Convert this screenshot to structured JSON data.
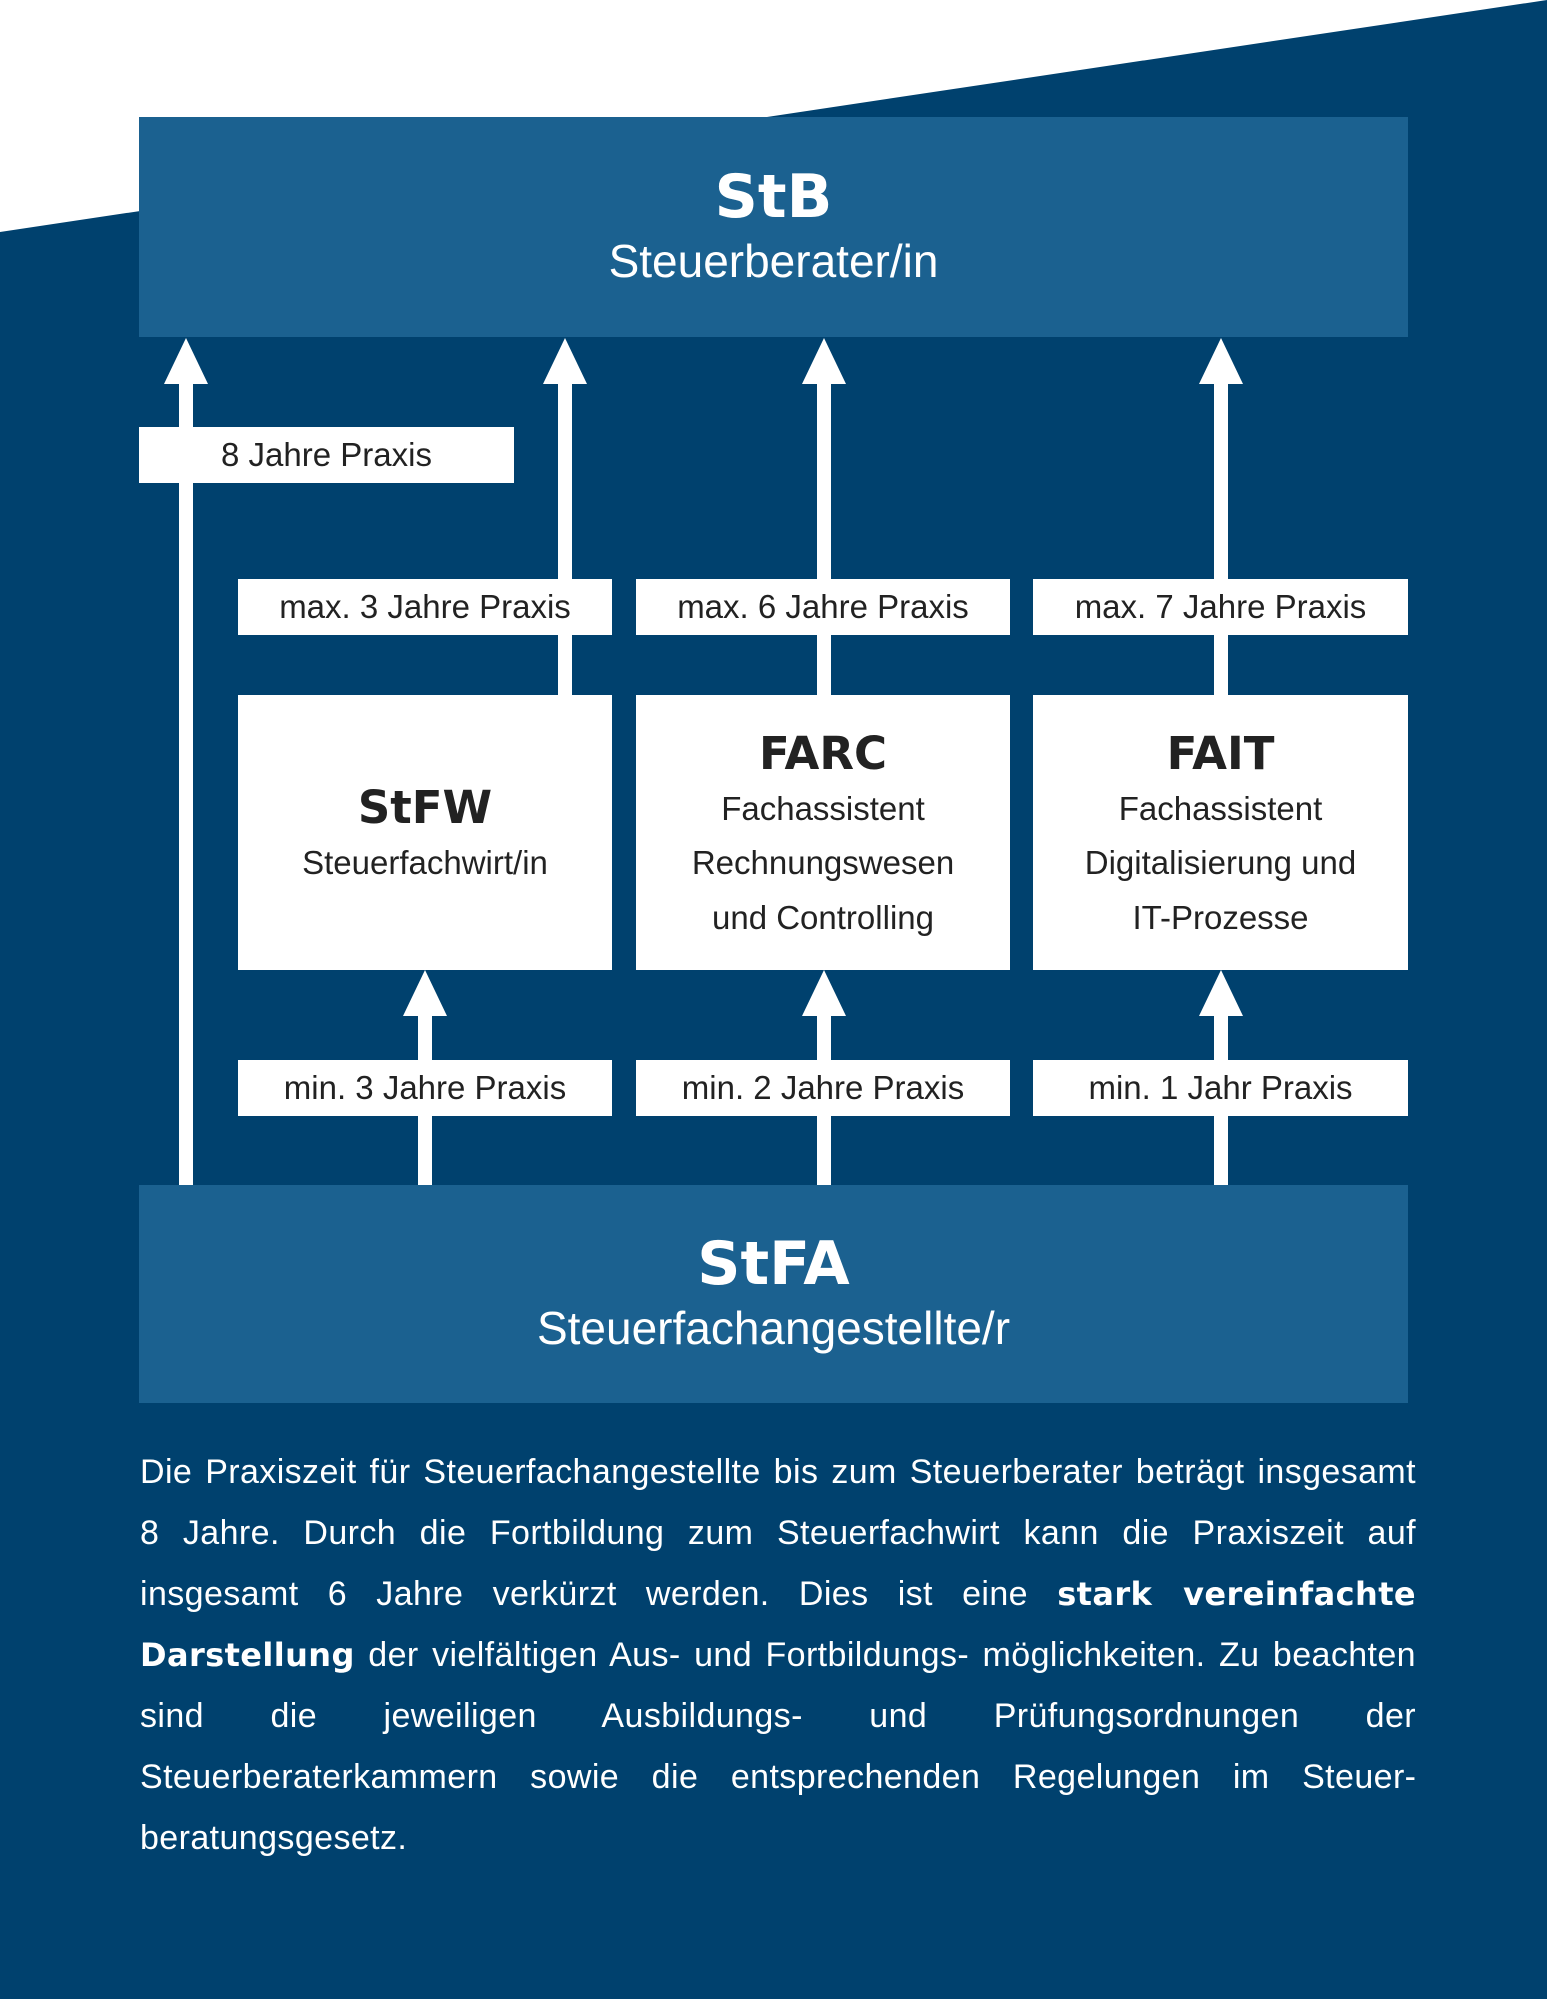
{
  "colors": {
    "background_dark": "#00416e",
    "box_blue": "#1b6190",
    "arrow": "#ffffff",
    "text_dark": "#222222",
    "text_light": "#ffffff"
  },
  "top_box": {
    "abbr": "StB",
    "full": "Steuerberater/in"
  },
  "bottom_box": {
    "abbr": "StFA",
    "full": "Steuerfachangestellte/r"
  },
  "direct_path": {
    "label": "8 Jahre Praxis"
  },
  "qualifications": [
    {
      "abbr": "StFW",
      "desc": "Steuerfachwirt/in",
      "label_min": "min. 3 Jahre Praxis",
      "label_max": "max. 3 Jahre Praxis"
    },
    {
      "abbr": "FARC",
      "desc": "Fachassistent\nRechnungswesen\nund Controlling",
      "label_min": "min. 2 Jahre Praxis",
      "label_max": "max. 6 Jahre Praxis"
    },
    {
      "abbr": "FAIT",
      "desc": "Fachassistent\nDigitalisierung und\nIT-Prozesse",
      "label_min": "min. 1 Jahr Praxis",
      "label_max": "max. 7 Jahre Praxis"
    }
  ],
  "paragraph": {
    "part1": "Die Praxiszeit für Steuerfachangestellte bis zum Steuerberater beträgt ins­gesamt 8 Jahre. Durch die Fortbildung zum Steuerfachwirt kann die Praxis­zeit auf insgesamt 6 Jahre verkürzt werden. Dies ist eine ",
    "bold": "stark verein­fachte Darstellung",
    "part2": " der vielfältigen Aus- und Fortbildungs- möglichkeiten. Zu beachten sind die jeweiligen Ausbildungs- und Prüfungsordnungen der Steuerberaterkammern sowie die entsprechenden Regelungen im Steuer­beratungsgesetz."
  }
}
